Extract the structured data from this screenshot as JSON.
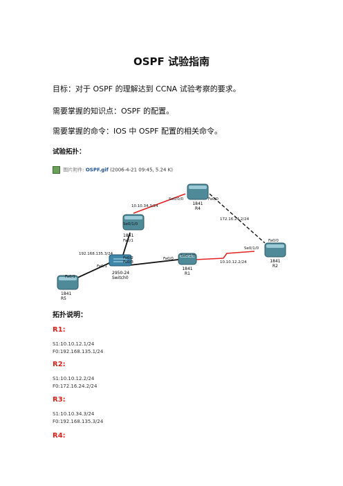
{
  "title": "OSPF 试验指南",
  "paragraphs": [
    "目标：对于 OSPF 的理解达到 CCNA 试验考察的要求。",
    "需要掌握的知识点：OSPF 的配置。",
    "需要掌握的命令：IOS 中 OSPF 配置的相关命令。"
  ],
  "topology_label": "试验拓扑：",
  "attachment": {
    "prefix": "图片附件:",
    "filename": "OSPF.gif",
    "meta": "(2006-4-21 09:45, 5.24 K)"
  },
  "diagram": {
    "devices": {
      "r4": {
        "model": "1841",
        "name": "R4"
      },
      "r3": {
        "model": "1841",
        "name": ""
      },
      "r1": {
        "model": "1841",
        "name": "R1"
      },
      "r2": {
        "model": "1841",
        "name": "R2"
      },
      "r5": {
        "model": "1841",
        "name": "R5"
      },
      "sw": {
        "model": "2950-24",
        "name": "Switch0"
      }
    },
    "labels": {
      "r4_s0": "Se0/0/0",
      "r4_f0": "Fa0/0",
      "net_34": "10.10.34.3/24",
      "net_172": "172.16.24.2/24",
      "r3_s0": "Se0/1/0",
      "r3_f0": "Fa0/1",
      "net_192": "192.168.135.3/24",
      "sw_f2": "Fa0/2",
      "sw_f3": "Fa0/3",
      "sw_f1": "Fa0/1",
      "r5_f0": "Fa0/1",
      "r1_f0": "Fa0/0",
      "r1_s0": "Se0/1/0",
      "net_12": "10.10.12.2/24",
      "r2_s0": "Se0/1/0",
      "r2_f0": "Fa0/0"
    }
  },
  "desc_label": "拓扑说明：",
  "routers": [
    {
      "name": "R1:",
      "lines": [
        "S1:10.10.12.1/24",
        "F0:192.168.135.1/24"
      ]
    },
    {
      "name": "R2:",
      "lines": [
        "S1:10.10.12.2/24",
        "F0:172.16.24.2/24"
      ]
    },
    {
      "name": "R3:",
      "lines": [
        "S1:10.10.34.3/24",
        "F0:192.168.135.3/24"
      ]
    },
    {
      "name": "R4:",
      "lines": []
    }
  ],
  "colors": {
    "serial_link": "#e32222",
    "ethernet_link": "#111111",
    "router_heading": "#e0201b"
  }
}
